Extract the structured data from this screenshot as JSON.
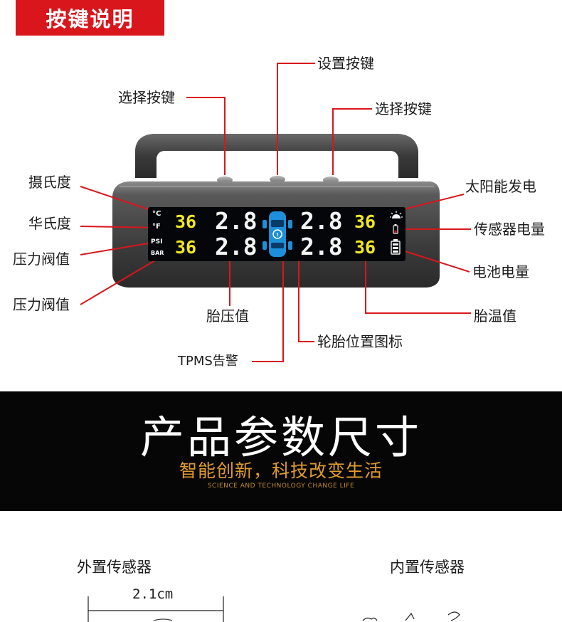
{
  "header": {
    "badge": "按键说明"
  },
  "callouts": {
    "set_key": "设置按键",
    "select_key_left": "选择按键",
    "select_key_right": "选择按键",
    "celsius": "摄氏度",
    "fahrenheit": "华氏度",
    "pressure_value_1": "压力阀值",
    "pressure_value_2": "压力阀值",
    "solar_power": "太阳能发电",
    "sensor_battery": "传感器电量",
    "battery_level": "电池电量",
    "tire_pressure": "胎压值",
    "tire_temp": "胎温值",
    "tire_position_icon": "轮胎位置图标",
    "tpms_alarm": "TPMS告警"
  },
  "lcd": {
    "unit_c": "°C",
    "unit_f": "°F",
    "unit_psi": "PSI",
    "unit_bar": "BAR",
    "temp_top_left": "36",
    "pressure_top_left": "2.8",
    "pressure_top_right": "2.8",
    "temp_top_right": "36",
    "temp_bottom_left": "36",
    "pressure_bottom_left": "2.8",
    "pressure_bottom_right": "2.8",
    "temp_bottom_right": "36"
  },
  "banner": {
    "title": "产品参数尺寸",
    "subtitle": "智能创新，科技改变生活",
    "english": "SCIENCE AND TECHNOLOGY CHANGE LIFE"
  },
  "sections": {
    "external_sensor": "外置传感器",
    "internal_sensor": "内置传感器",
    "width_dimension": "2.1cm"
  },
  "colors": {
    "accent_red": "#d9161b",
    "lcd_yellow": "#f2e81f",
    "banner_orange": "#e09a2d"
  }
}
